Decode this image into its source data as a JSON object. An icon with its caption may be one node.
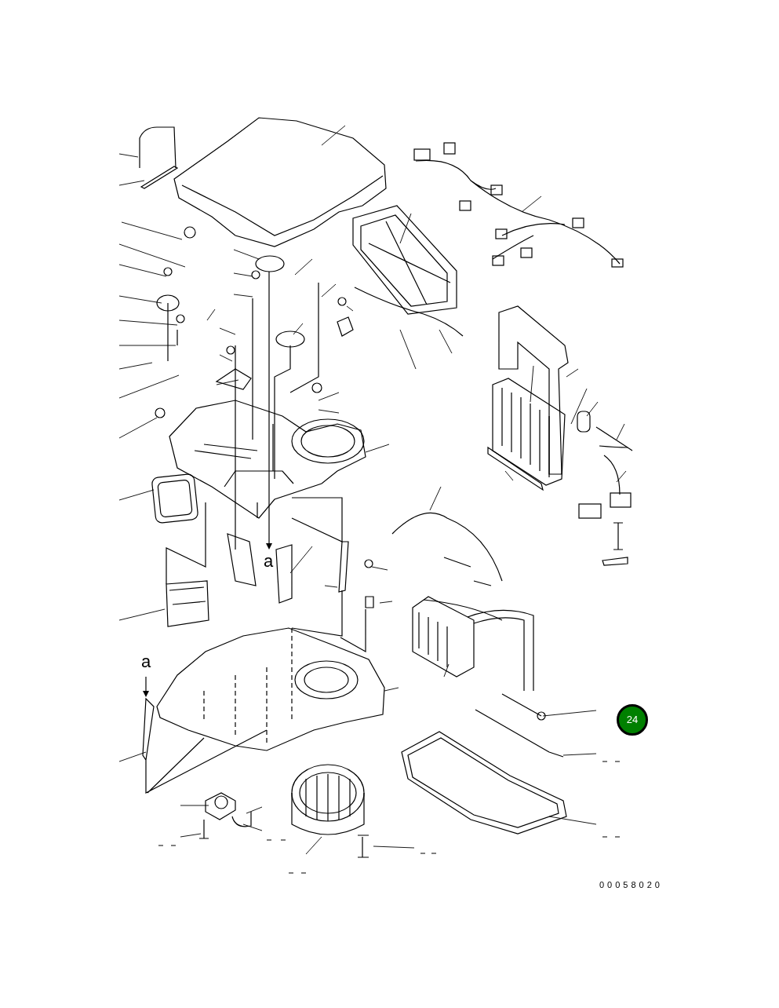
{
  "diagram": {
    "nodes": [
      {
        "text": [
          "24"
        ]
      }
    ],
    "labels": [
      "a",
      "a",
      "00058020"
    ]
  }
}
